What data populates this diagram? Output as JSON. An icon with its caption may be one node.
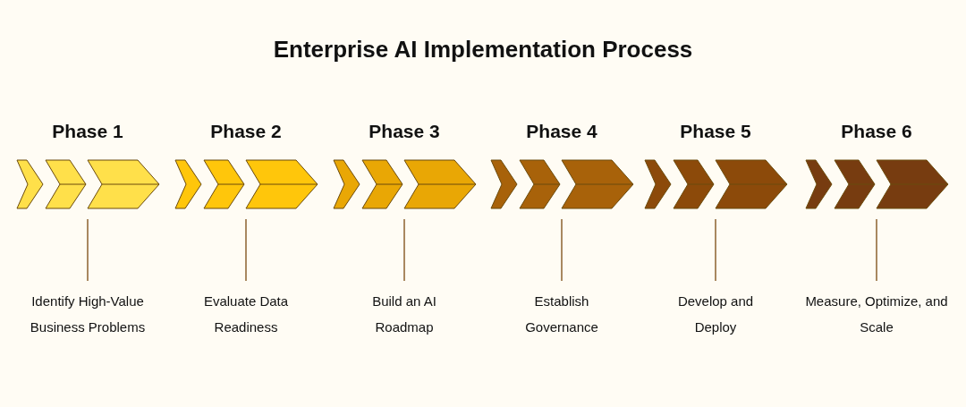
{
  "diagram": {
    "title": "Enterprise AI Implementation Process",
    "nodes": [
      {
        "text": [
          "Phase 1"
        ]
      },
      {
        "text": [
          "Identify High-Value Business Problems"
        ]
      },
      {
        "text": [
          "Phase 2"
        ]
      },
      {
        "text": [
          "Evaluate Data Readiness"
        ]
      },
      {
        "text": [
          "Phase 3"
        ]
      },
      {
        "text": [
          "Build an AI Roadmap"
        ]
      },
      {
        "text": [
          "Phase 4"
        ]
      },
      {
        "text": [
          "Establish Governance"
        ]
      },
      {
        "text": [
          "Phase 5"
        ]
      },
      {
        "text": [
          "Develop and Deploy"
        ]
      },
      {
        "text": [
          "Phase 6"
        ]
      },
      {
        "text": [
          "Measure, Optimize, and Scale"
        ]
      }
    ],
    "edges": [
      {
        "from": 0,
        "to": 1,
        "arrow": "none"
      },
      {
        "from": 2,
        "to": 3,
        "arrow": "none"
      },
      {
        "from": 4,
        "to": 5,
        "arrow": "none"
      },
      {
        "from": 6,
        "to": 7,
        "arrow": "none"
      },
      {
        "from": 8,
        "to": 9,
        "arrow": "none"
      },
      {
        "from": 10,
        "to": 11,
        "arrow": "none"
      }
    ]
  }
}
